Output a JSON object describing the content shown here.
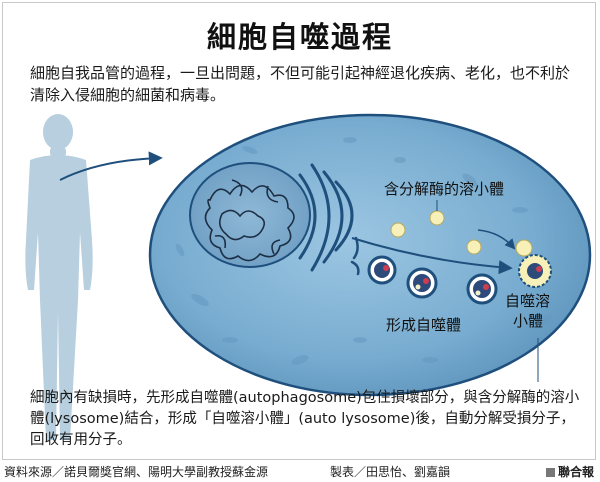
{
  "title": "細胞自噬過程",
  "intro": "細胞自我品管的過程，一旦出問題，不但可能引起神經退化疾病、老化，也不利於清除入侵細胞的細菌和病毒。",
  "labels": {
    "lysosome": "含分解酶的溶小體",
    "autophagosome": "形成自噬體",
    "autolysosome_line1": "自噬溶",
    "autolysosome_line2": "小體"
  },
  "description": "細胞內有缺損時，先形成自噬體(autophagosome)包住損壞部分，與含分解酶的溶小體(lysosome)結合，形成「自噬溶小體」(auto lysosome)後，自動分解受損分子，回收有用分子。",
  "footer": {
    "source": "資料來源／諾貝爾獎官網、陽明大學副教授蘇金源",
    "producer": "製表／田思怡、劉嘉韻",
    "brand": "聯合報"
  },
  "colors": {
    "cell_fill": "#7ab0d2",
    "cell_outline": "#1e4f7d",
    "body_silhouette": "#b7cfde",
    "lysosome": "#f7f0b8",
    "arrow": "#1e4f7d"
  }
}
